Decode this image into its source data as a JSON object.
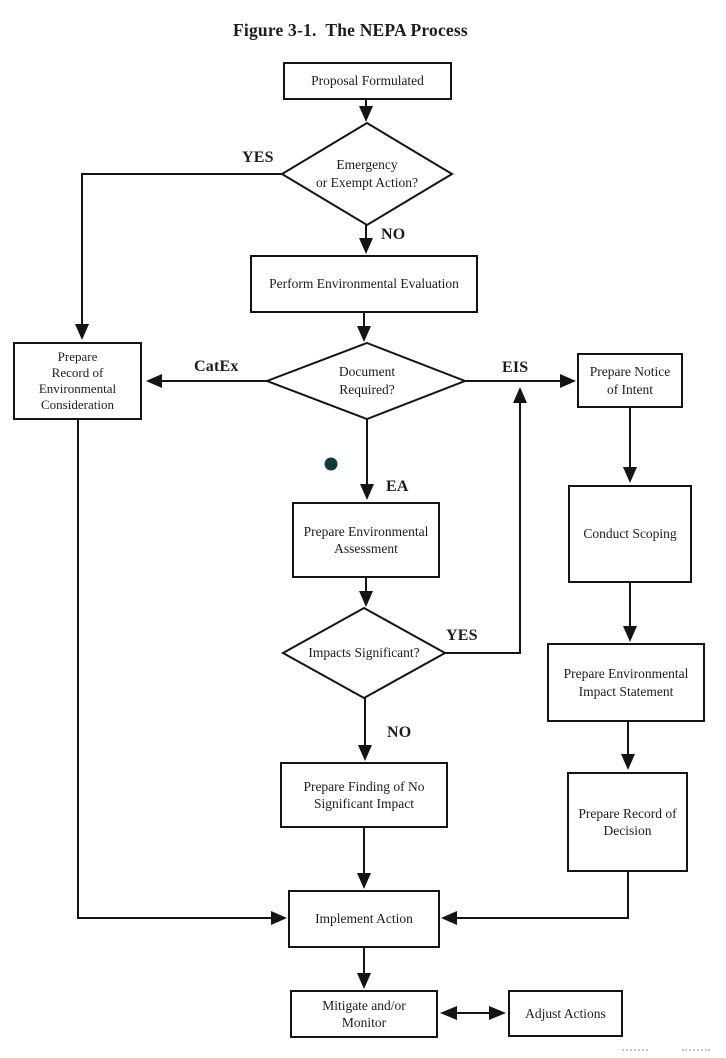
{
  "figure": {
    "title": "Figure 3-1.  The NEPA Process"
  },
  "nodes": {
    "proposal": "Proposal Formulated",
    "emergency": "Emergency\nor Exempt Action?",
    "perform_eval": "Perform Environmental Evaluation",
    "doc_required": "Document\nRequired?",
    "prep_rec": "Prepare\nRecord of\nEnvironmental\nConsideration",
    "notice_intent": "Prepare Notice\nof Intent",
    "prep_ea": "Prepare Environmental\nAssessment",
    "impacts": "Impacts Significant?",
    "conduct_scoping": "Conduct Scoping",
    "prep_eis": "Prepare Environmental\nImpact Statement",
    "rod": "Prepare Record of\nDecision",
    "fonsi": "Prepare Finding of No\nSignificant Impact",
    "implement": "Implement Action",
    "mitigate": "Mitigate and/or\nMonitor",
    "adjust": "Adjust Actions"
  },
  "edge_labels": {
    "emergency_yes": "YES",
    "emergency_no": "NO",
    "catex": "CatEx",
    "eis": "EIS",
    "ea": "EA",
    "impacts_yes": "YES",
    "impacts_no": "NO"
  },
  "colors": {
    "line": "#141414",
    "text": "#1c1c1c",
    "dot": "#0d3a3a",
    "background": "#ffffff"
  }
}
